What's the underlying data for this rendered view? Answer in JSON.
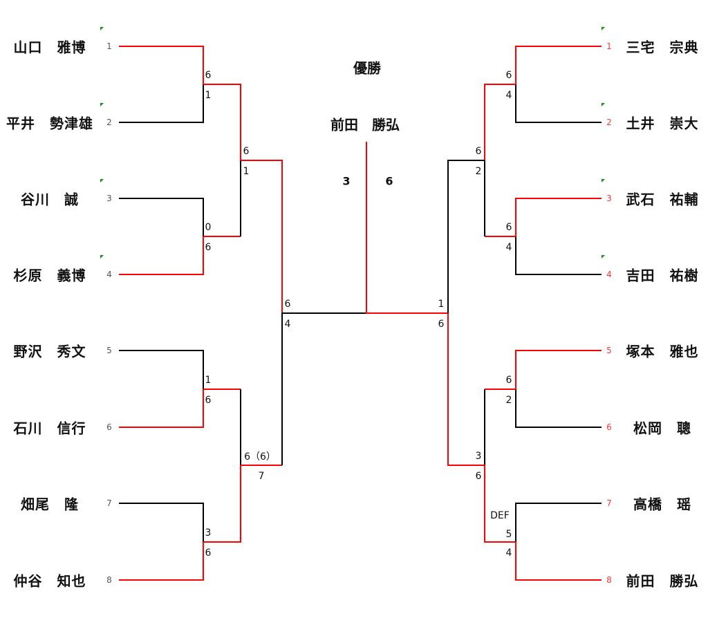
{
  "champion_label": "優勝",
  "champion_name": "前田　勝弘",
  "final_scores": {
    "left": "3",
    "right": "6"
  },
  "left": {
    "players": [
      {
        "seed": "1",
        "name": "山口　雅博"
      },
      {
        "seed": "2",
        "name": "平井　勢津雄"
      },
      {
        "seed": "3",
        "name": "谷川　誠"
      },
      {
        "seed": "4",
        "name": "杉原　義博"
      },
      {
        "seed": "5",
        "name": "野沢　秀文"
      },
      {
        "seed": "6",
        "name": "石川　信行"
      },
      {
        "seed": "7",
        "name": "畑尾　隆"
      },
      {
        "seed": "8",
        "name": "仲谷　知也"
      }
    ],
    "r1": [
      [
        "6",
        "1"
      ],
      [
        "0",
        "6"
      ],
      [
        "1",
        "6"
      ],
      [
        "3",
        "6"
      ]
    ],
    "r2": [
      [
        "6",
        "1"
      ],
      [
        "6（6）",
        "7"
      ]
    ],
    "r3": [
      "6",
      "4"
    ]
  },
  "right": {
    "players": [
      {
        "seed": "1",
        "name": "三宅　宗典"
      },
      {
        "seed": "2",
        "name": "土井　崇大"
      },
      {
        "seed": "3",
        "name": "武石　祐輔"
      },
      {
        "seed": "4",
        "name": "吉田　祐樹"
      },
      {
        "seed": "5",
        "name": "塚本　雅也"
      },
      {
        "seed": "6",
        "name": "松岡　聰"
      },
      {
        "seed": "7",
        "name": "高橋　瑶"
      },
      {
        "seed": "8",
        "name": "前田　勝弘"
      }
    ],
    "r1": [
      [
        "6",
        "4"
      ],
      [
        "6",
        "4"
      ],
      [
        "6",
        "2"
      ],
      [
        "DEF",
        "5",
        "4"
      ]
    ],
    "r2": [
      [
        "6",
        "2"
      ],
      [
        "3",
        "6"
      ]
    ],
    "r3": [
      "1",
      "6"
    ]
  },
  "colors": {
    "win": "#ff0000",
    "line": "#000000",
    "marker": "#1a8a1a"
  }
}
